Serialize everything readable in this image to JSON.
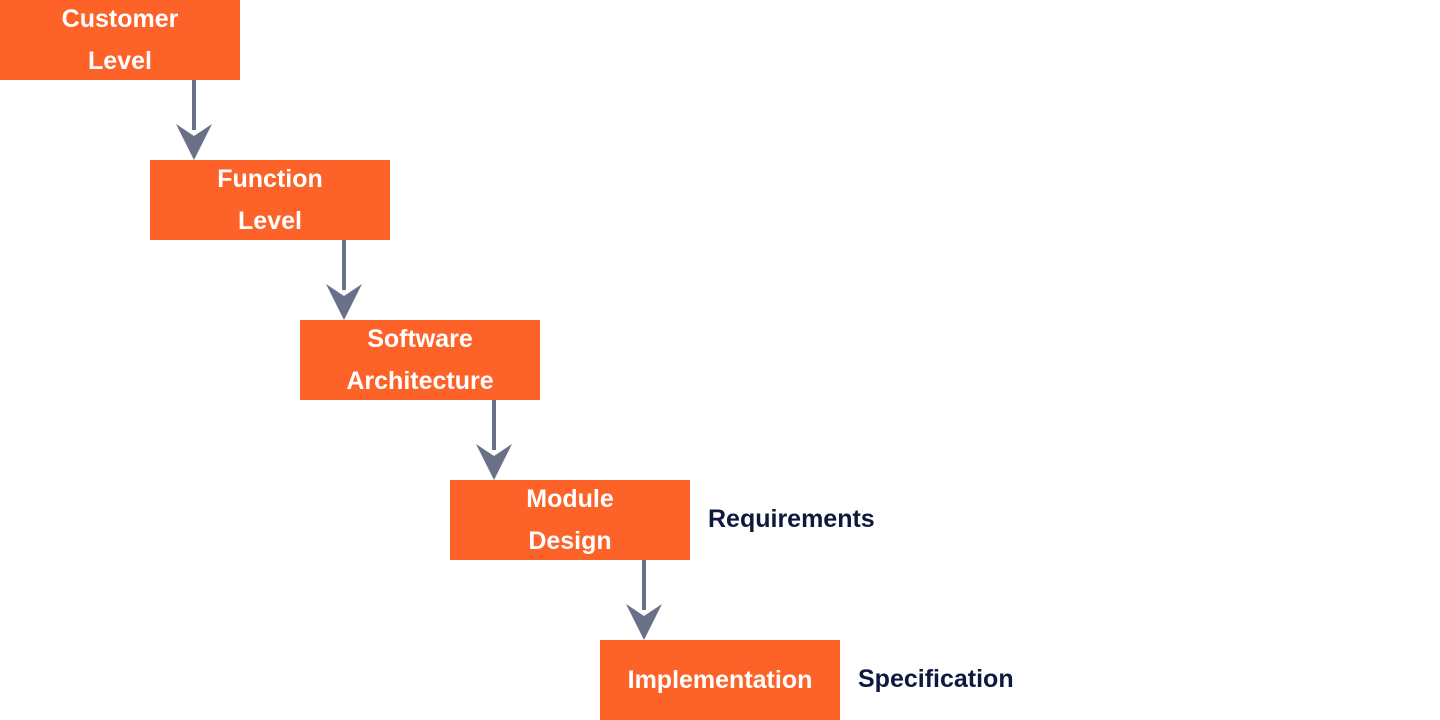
{
  "steps": [
    {
      "line1": "Customer",
      "line2": "Level"
    },
    {
      "line1": "Function",
      "line2": "Level"
    },
    {
      "line1": "Software",
      "line2": "Architecture"
    },
    {
      "line1": "Module",
      "line2": "Design"
    },
    {
      "line1": "Implementation",
      "line2": ""
    }
  ],
  "side_labels": {
    "requirements": "Requirements",
    "specification": "Specification"
  },
  "colors": {
    "box": "#fd6229",
    "arrow": "#6b7089",
    "label": "#0d1a3d"
  }
}
